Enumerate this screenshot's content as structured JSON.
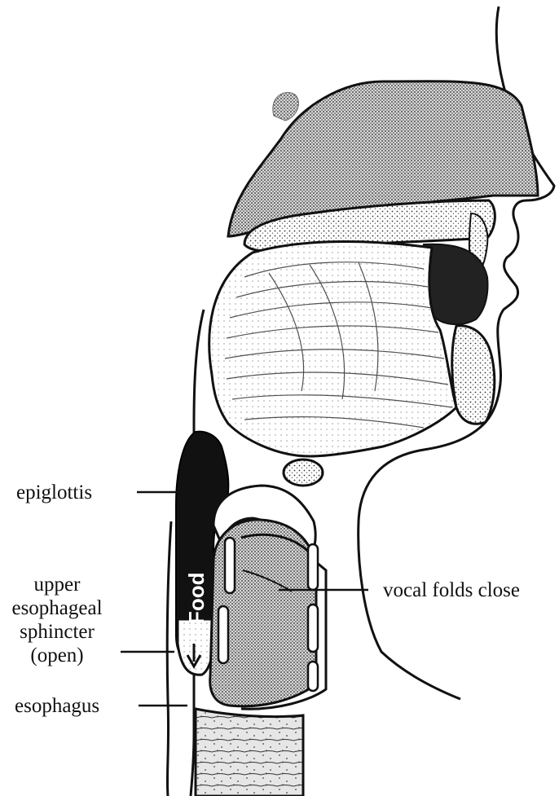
{
  "labels": {
    "epiglottis": "epiglottis",
    "vocal_folds": "vocal folds close",
    "ues_line1": "upper",
    "ues_line2": "esophageal",
    "ues_line3": "sphincter",
    "ues_line4": "(open)",
    "esophagus": "esophagus",
    "food": "Food"
  }
}
